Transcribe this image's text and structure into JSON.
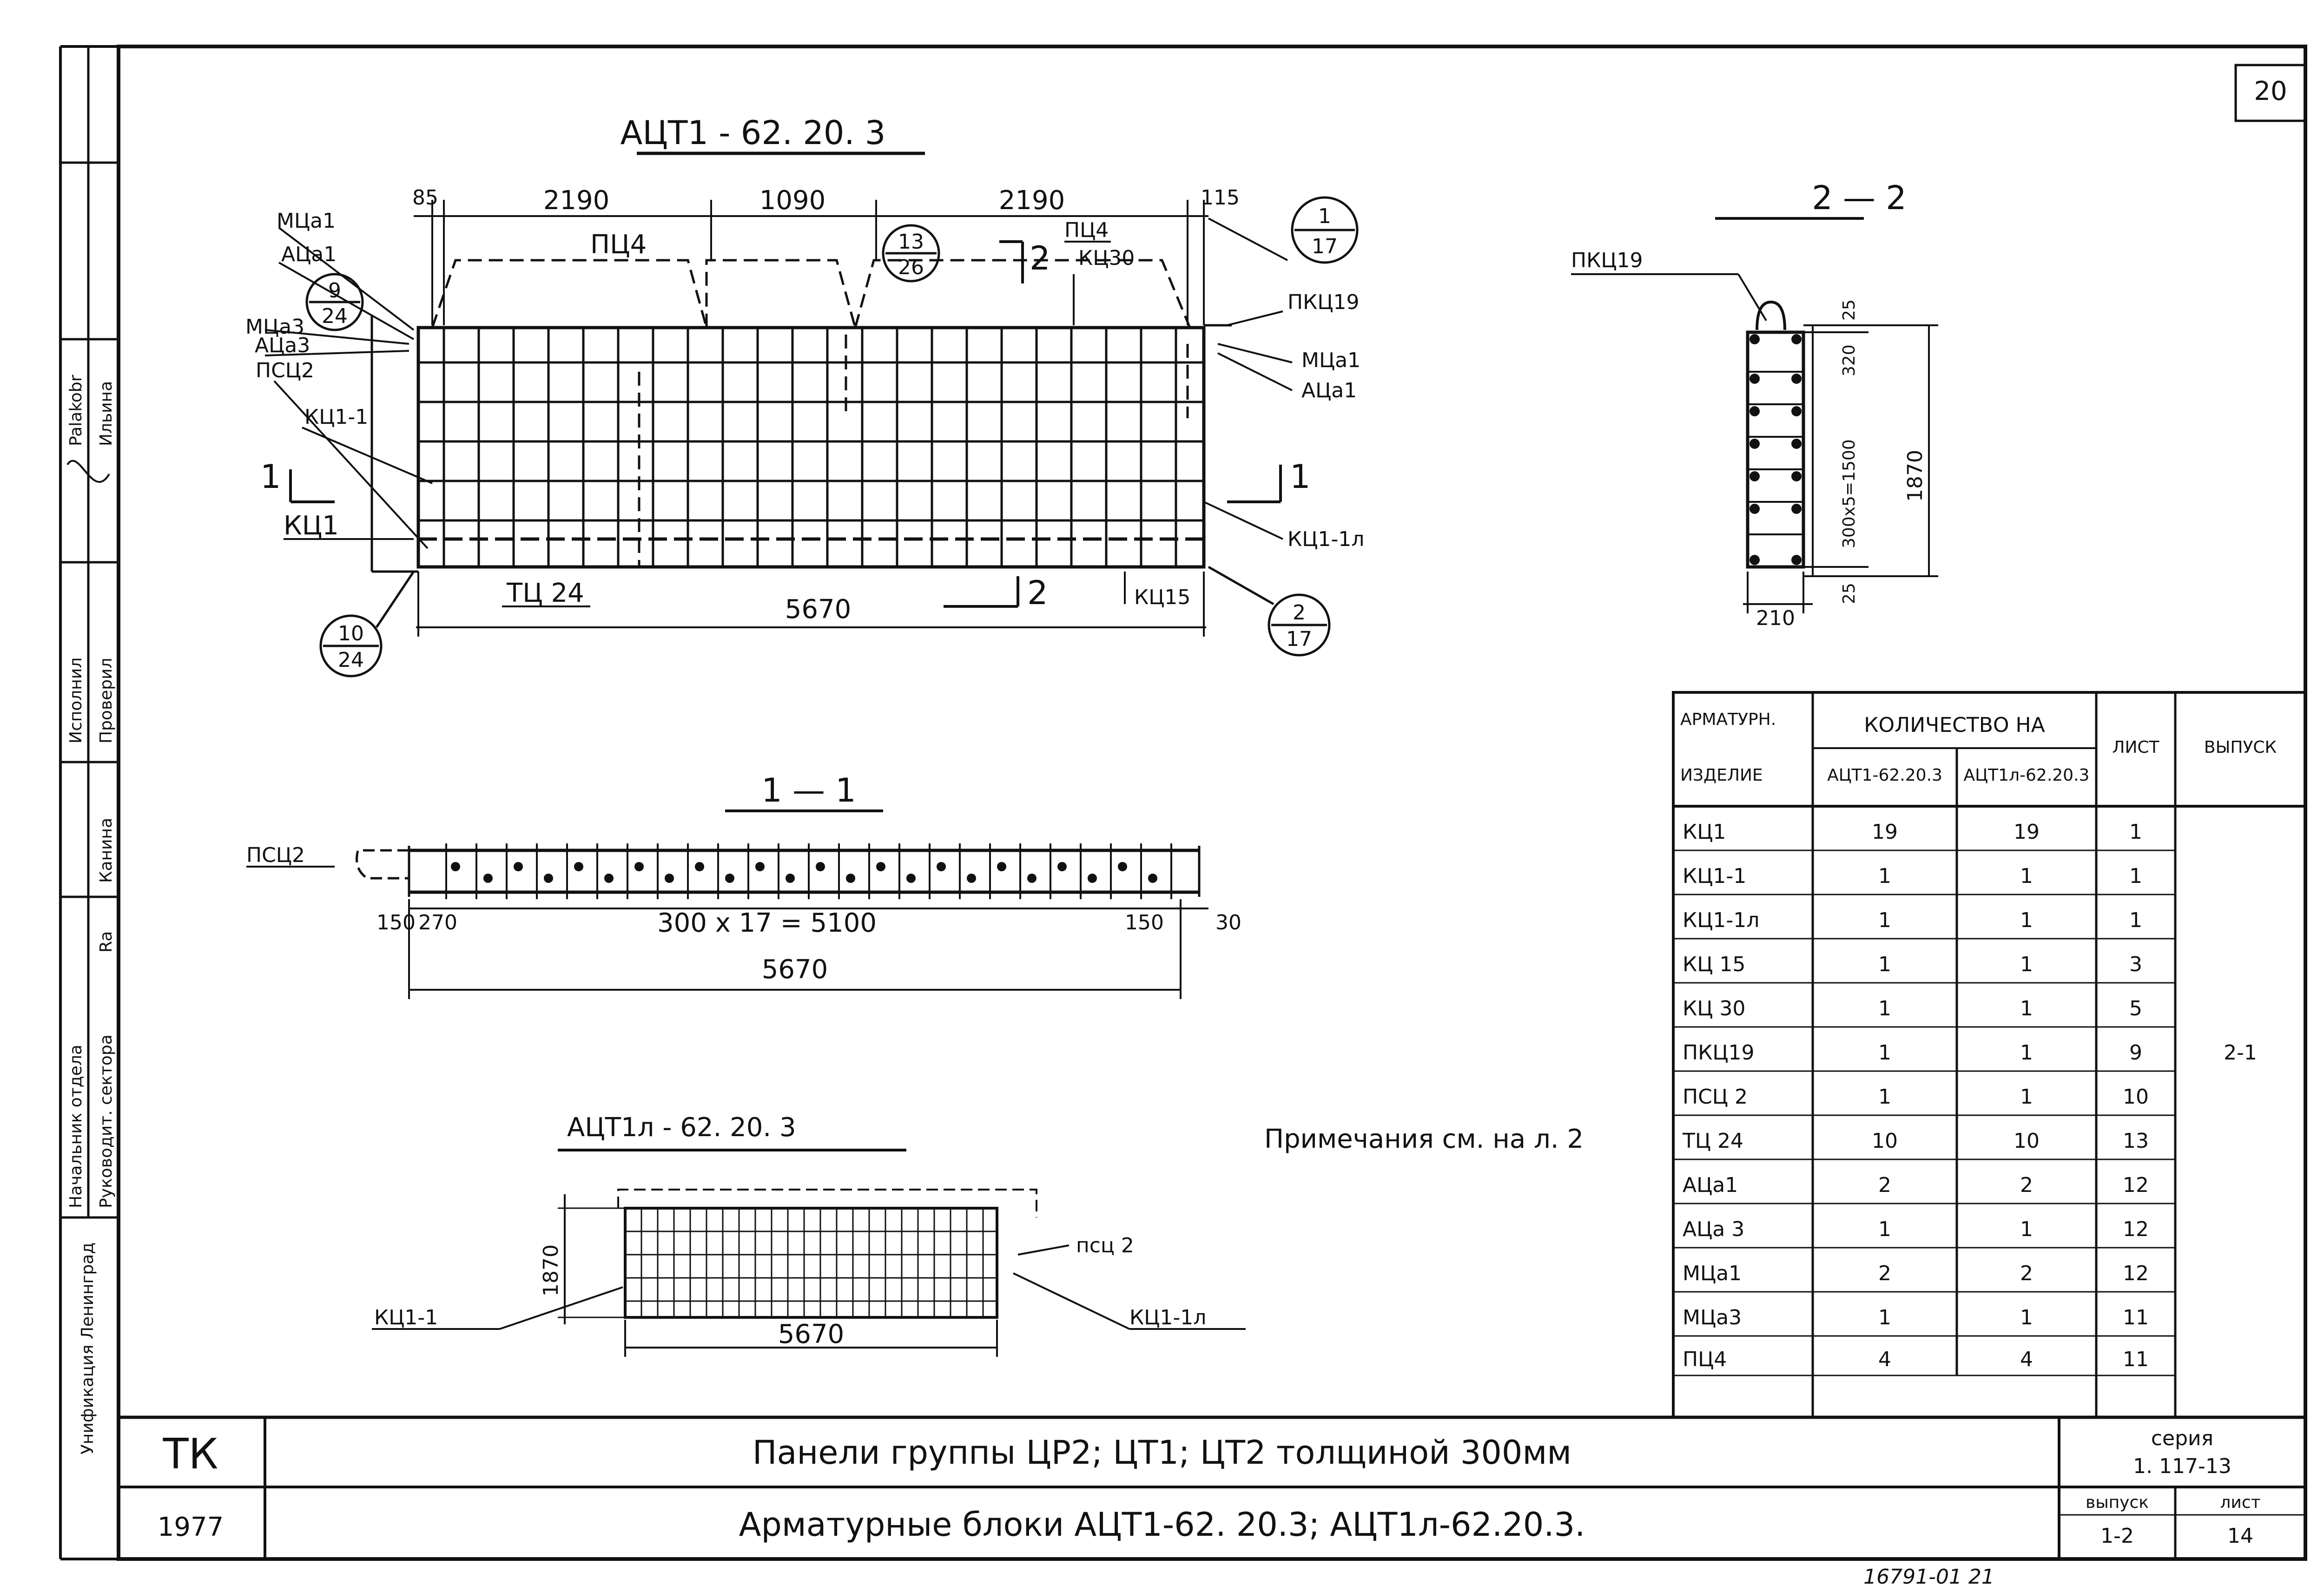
{
  "sheet_number": "20",
  "stamp": {
    "rows": [
      {
        "role": "Начальник отдела",
        "name": ""
      },
      {
        "role": "Руководит. сектора",
        "name": "Ra"
      },
      {
        "role": "Канина",
        "name": ""
      },
      {
        "role": "Исполнил",
        "name": "Palakobr"
      },
      {
        "role": "Проверил",
        "name": "Ильина"
      }
    ],
    "org": "Унификация Ленинград"
  },
  "drawing_main": {
    "title": "АЦТ1 - 62. 20. 3",
    "top_dims": [
      "85",
      "2190",
      "1090",
      "2190",
      "115"
    ],
    "bottom_dim": "5670",
    "labels_left": [
      "МЦа1",
      "АЦа1",
      "МЦа3",
      "АЦа3",
      "ПСЦ2",
      "КЦ1-1",
      "КЦ1"
    ],
    "labels_right": [
      "ПКЦ19",
      "МЦа1",
      "АЦа1",
      "КЦ1-1л"
    ],
    "labels_top": [
      "ПЦ4",
      "ПЦ4",
      "КЦ30"
    ],
    "labels_bottom": [
      "ТЦ 24",
      "КЦ15"
    ],
    "section_marks": [
      "1",
      "1",
      "2",
      "2"
    ],
    "callouts": [
      {
        "top": "9",
        "bottom": "24"
      },
      {
        "top": "13",
        "bottom": "26"
      },
      {
        "top": "1",
        "bottom": "17"
      },
      {
        "top": "10",
        "bottom": "24"
      },
      {
        "top": "2",
        "bottom": "17"
      }
    ]
  },
  "section_22": {
    "title": "2 — 2",
    "label": "ПКЦ19",
    "dims": [
      "25",
      "320",
      "300х5=1500",
      "1870",
      "25",
      "210"
    ]
  },
  "section_11": {
    "title": "1 — 1",
    "label": "ПСЦ2",
    "dims": [
      "150",
      "270",
      "300 х 17 = 5100",
      "150",
      "30"
    ],
    "total": "5670"
  },
  "drawing_small": {
    "title": "АЦТ1л - 62. 20. 3",
    "dim_h": "1870",
    "dim_w": "5670",
    "label_left": "КЦ1-1",
    "label_right": "КЦ1-1л",
    "label_psc": "псц 2"
  },
  "note": "Примечания см. на л. 2",
  "table": {
    "headers": {
      "col1a": "АРМАТУРН.",
      "col1b": "ИЗДЕЛИЕ",
      "group": "КОЛИЧЕСТВО НА",
      "col2": "АЦТ1-62.20.3",
      "col3": "АЦТ1л-62.20.3",
      "col4": "ЛИСТ",
      "col5": "ВЫПУСК"
    },
    "rows": [
      [
        "КЦ1",
        "19",
        "19",
        "1"
      ],
      [
        "КЦ1-1",
        "1",
        "1",
        "1"
      ],
      [
        "КЦ1-1л",
        "1",
        "1",
        "1"
      ],
      [
        "КЦ 15",
        "1",
        "1",
        "3"
      ],
      [
        "КЦ 30",
        "1",
        "1",
        "5"
      ],
      [
        "ПКЦ19",
        "1",
        "1",
        "9"
      ],
      [
        "ПСЦ 2",
        "1",
        "1",
        "10"
      ],
      [
        "ТЦ 24",
        "10",
        "10",
        "13"
      ],
      [
        "АЦа1",
        "2",
        "2",
        "12"
      ],
      [
        "АЦа 3",
        "1",
        "1",
        "12"
      ],
      [
        "МЦа1",
        "2",
        "2",
        "12"
      ],
      [
        "МЦа3",
        "1",
        "1",
        "11"
      ],
      [
        "ПЦ4",
        "4",
        "4",
        "11"
      ]
    ],
    "vypusk": "2-1"
  },
  "title_block": {
    "org": "ТК",
    "year": "1977",
    "line1": "Панели группы ЦР2; ЦТ1; ЦТ2 толщиной 300мм",
    "line2": "Арматурные блоки АЦТ1-62. 20.3; АЦТ1л-62.20.3.",
    "seria_label": "серия",
    "seria_value": "1. 117-13",
    "vypusk_label": "выпуск",
    "vypusk_value": "1-2",
    "list_label": "лист",
    "list_value": "14"
  },
  "archive_number": "16791-01  21"
}
